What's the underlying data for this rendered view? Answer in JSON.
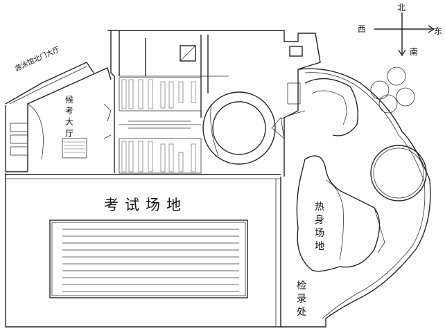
{
  "compass": {
    "north": "北",
    "south": "南",
    "east": "东",
    "west": "西"
  },
  "labels": {
    "north_hall": "游泳馆北门大厅",
    "waiting_hall": "候考大厅",
    "exam_area": "考试场地",
    "warmup_area": "热身场地",
    "checkin": "检录处"
  },
  "pool": {
    "lane_lines": 10
  }
}
